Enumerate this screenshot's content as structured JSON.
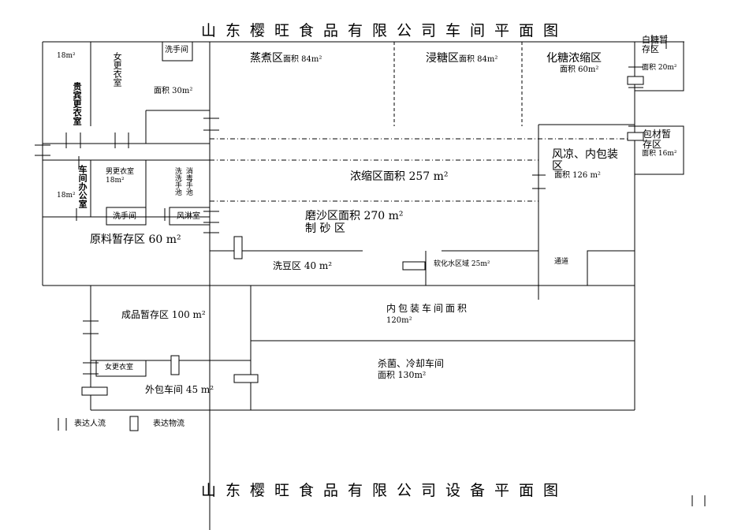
{
  "title_top": "山东樱旺食品有限公司车间平面图",
  "title_bottom": "山东樱旺食品有限公司设备平面图",
  "rooms": {
    "room_18m2_top": "18m²",
    "womens_changing_1": "女更衣室",
    "hand_wash_top": "洗手间",
    "area_30": "面积 30m²",
    "vip_changing": "贵宾更衣室",
    "steaming_name": "蒸煮区",
    "steaming_area": "面积 84m²",
    "soaking_name": "浸糖区",
    "soaking_area": "面积 84m²",
    "sugar_conc_name": "化糖浓缩区",
    "sugar_conc_area": "面积 60m²",
    "white_sugar_name": "白糖暂存区",
    "white_sugar_area": "面积 20m²",
    "pack_material_name": "包材暂存区",
    "pack_material_area": "面积 16m²",
    "workshop_office": "车间办公室",
    "office_area": "18m²",
    "mens_changing": "男更衣室",
    "mens_changing_area": "18m²",
    "wash_col1": "洗洗手池",
    "wash_col2": "消毒手池",
    "air_cool_name": "风凉、内包装区",
    "air_cool_area": "面积 126 m²",
    "concentration": "浓缩区面积 257 m²",
    "hand_wash_mid": "洗手间",
    "air_shower": "风淋室",
    "grinding_name": "磨沙区面积 270 m²",
    "sand_making": "制 砂 区",
    "raw_storage": "原料暂存区 60 m²",
    "bean_wash": "洗豆区 40 m²",
    "softened_water": "软化水区域 25m²",
    "passage": "通道",
    "inner_pack_room": "内包装车间面积",
    "inner_pack_cut": "120m²",
    "finished_storage": "成品暂存区 100 m²",
    "womens_changing_2": "女更衣室",
    "sterilize_name": "杀菌、冷却车间",
    "sterilize_area": "面积 130m²",
    "outer_pack": "外包车间 45 m²"
  },
  "legend": {
    "people_flow": "表达人流",
    "material_flow": "表达物流"
  }
}
